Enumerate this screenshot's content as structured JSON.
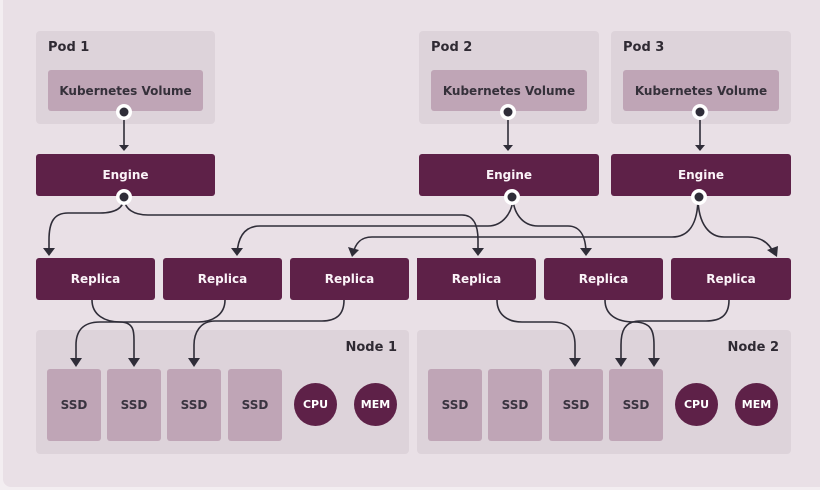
{
  "colors": {
    "background": "#e9e0e6",
    "container": "#ddd3da",
    "light_block": "#bfa5b6",
    "dark_block": "#5e2148",
    "connector": "#2f2d38"
  },
  "pods": [
    {
      "title": "Pod 1",
      "volume": "Kubernetes Volume",
      "engine": "Engine"
    },
    {
      "title": "Pod 2",
      "volume": "Kubernetes Volume",
      "engine": "Engine"
    },
    {
      "title": "Pod 3",
      "volume": "Kubernetes Volume",
      "engine": "Engine"
    }
  ],
  "replicas": [
    {
      "label": "Replica"
    },
    {
      "label": "Replica"
    },
    {
      "label": "Replica"
    },
    {
      "label": "Replica"
    },
    {
      "label": "Replica"
    },
    {
      "label": "Replica"
    }
  ],
  "nodes": [
    {
      "title": "Node 1",
      "disks": [
        "SSD",
        "SSD",
        "SSD",
        "SSD"
      ],
      "resources": [
        "CPU",
        "MEM"
      ]
    },
    {
      "title": "Node 2",
      "disks": [
        "SSD",
        "SSD",
        "SSD",
        "SSD"
      ],
      "resources": [
        "CPU",
        "MEM"
      ]
    }
  ],
  "connections": {
    "volume_to_engine": [
      [
        "pod1",
        "engine1"
      ],
      [
        "pod2",
        "engine2"
      ],
      [
        "pod3",
        "engine3"
      ]
    ],
    "engine_to_replica": [
      [
        "engine1",
        "replica1"
      ],
      [
        "engine1",
        "replica4"
      ],
      [
        "engine2",
        "replica2"
      ],
      [
        "engine2",
        "replica5"
      ],
      [
        "engine3",
        "replica3"
      ],
      [
        "engine3",
        "replica6"
      ]
    ],
    "replica_to_ssd": [
      [
        "replica1",
        "node1-ssd2"
      ],
      [
        "replica2",
        "node1-ssd1"
      ],
      [
        "replica3",
        "node1-ssd3"
      ],
      [
        "replica4",
        "node2-ssd3"
      ],
      [
        "replica5",
        "node2-ssd4"
      ],
      [
        "replica6",
        "node2-ssd4"
      ]
    ]
  }
}
